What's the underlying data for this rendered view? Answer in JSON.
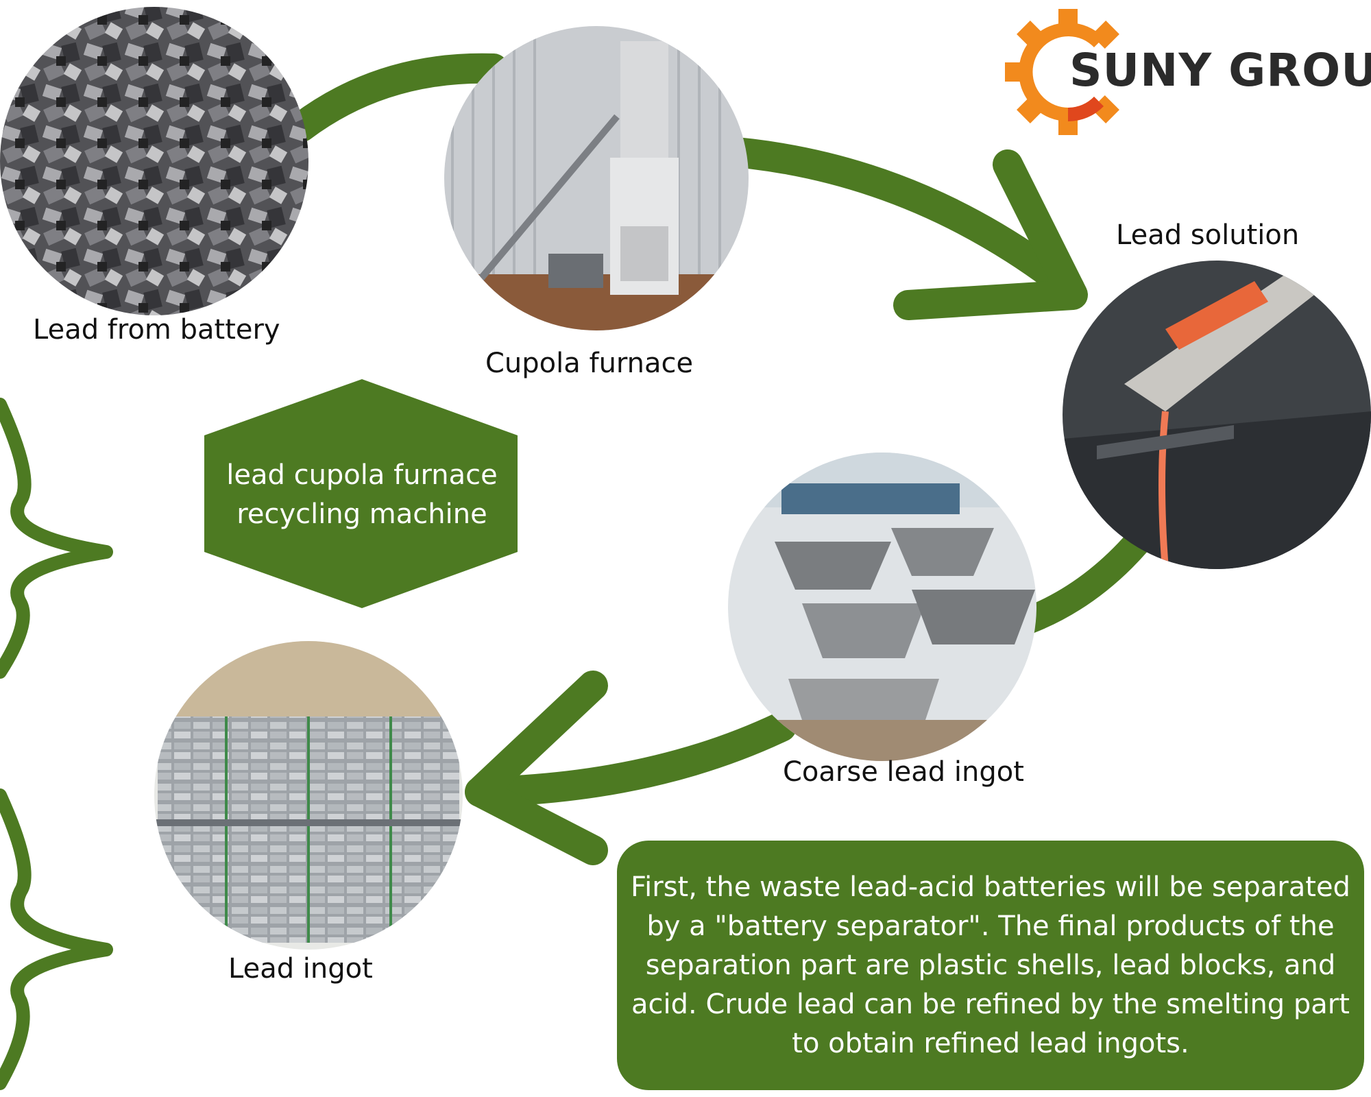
{
  "brand": {
    "name": "SUNY GROUP",
    "colors": {
      "green": "#4d7a22",
      "gear_orange": "#f28a1d",
      "gear_red": "#e0471d",
      "text_dark": "#2b2b2b"
    }
  },
  "steps": [
    {
      "id": "lead-from-battery",
      "label": "Lead from battery",
      "image": "scrap-lead-plates-photo"
    },
    {
      "id": "cupola-furnace",
      "label": "Cupola furnace",
      "image": "cupola-furnace-photo"
    },
    {
      "id": "lead-solution",
      "label": "Lead solution",
      "image": "molten-lead-pour-photo"
    },
    {
      "id": "coarse-lead-ingot",
      "label": "Coarse lead ingot",
      "image": "coarse-ingot-molds-photo"
    },
    {
      "id": "lead-ingot",
      "label": "Lead ingot",
      "image": "stacked-lead-ingots-photo"
    }
  ],
  "center_title": {
    "line1": "lead cupola furnace",
    "line2": "recycling machine"
  },
  "description": "First, the waste lead-acid batteries will be separated by a \"battery separator\". The final products of the separation part are plastic shells, lead blocks, and acid. Crude lead can be refined by the smelting part to obtain refined lead ingots."
}
